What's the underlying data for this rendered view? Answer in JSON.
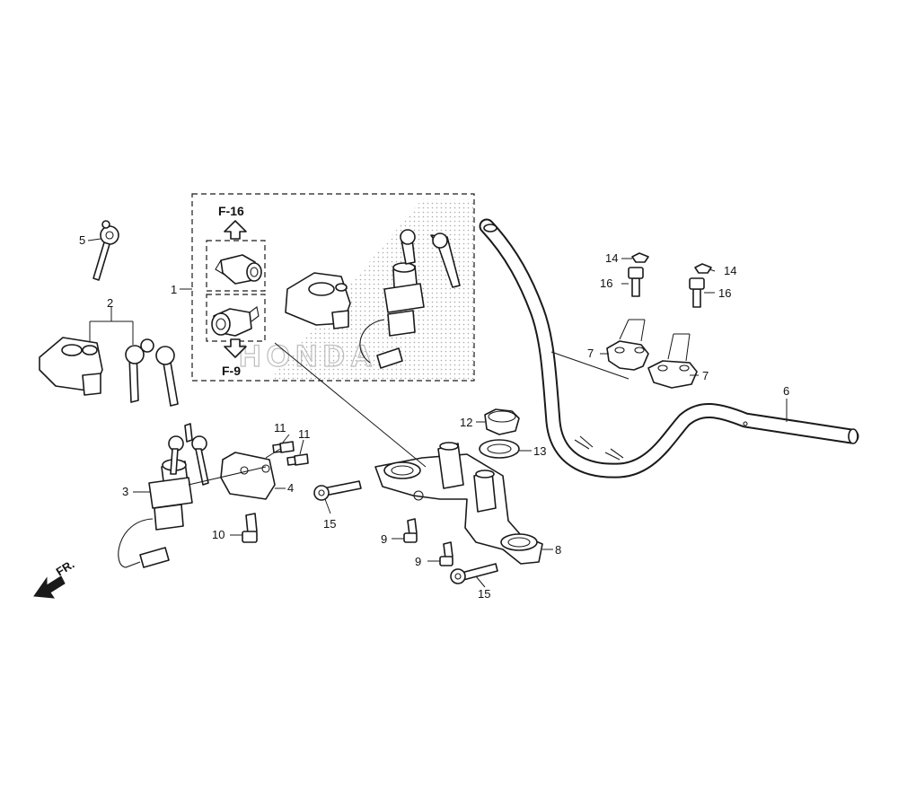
{
  "diagram": {
    "callouts": {
      "c1": "1",
      "c2": "2",
      "c3": "3",
      "c4": "4",
      "c5": "5",
      "c6": "6",
      "c7a": "7",
      "c7b": "7",
      "c8": "8",
      "c9a": "9",
      "c9b": "9",
      "c10": "10",
      "c11a": "11",
      "c11b": "11",
      "c12": "12",
      "c13": "13",
      "c14a": "14",
      "c14b": "14",
      "c15a": "15",
      "c15b": "15",
      "c16a": "16",
      "c16b": "16"
    },
    "refs": {
      "f16": "F-16",
      "f9": "F-9"
    },
    "watermark": "HONDA",
    "front_label": "FR."
  }
}
